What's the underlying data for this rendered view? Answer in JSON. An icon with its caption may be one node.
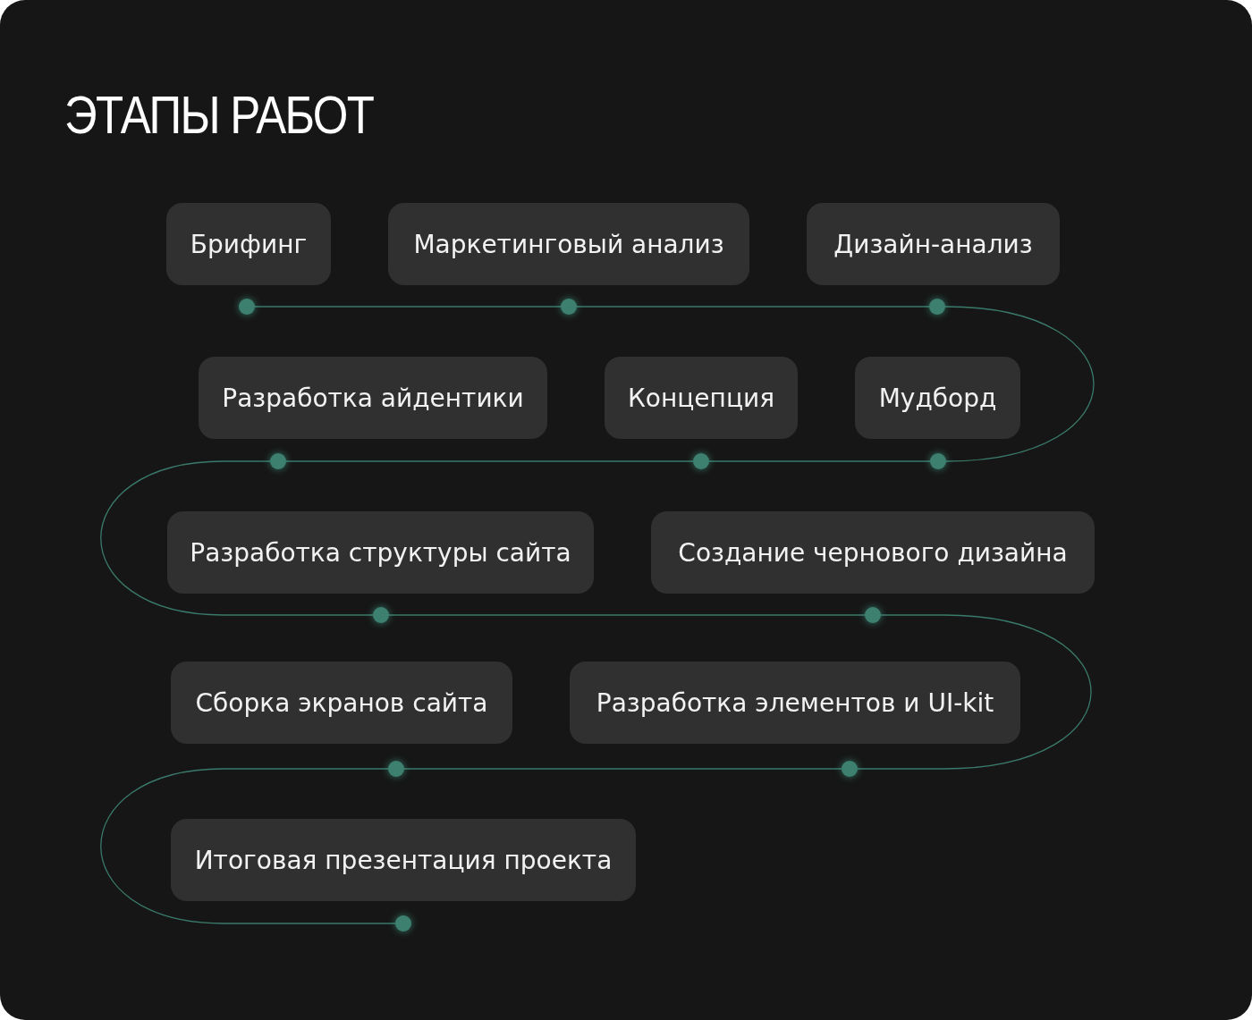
{
  "diagram": {
    "title": "ЭТАПЫ РАБОТ",
    "nodes": [
      {
        "text": [
          "Брифинг"
        ]
      },
      {
        "text": [
          "Маркетинговый анализ"
        ]
      },
      {
        "text": [
          "Дизайн-анализ"
        ]
      },
      {
        "text": [
          "Разработка айдентики"
        ]
      },
      {
        "text": [
          "Концепция"
        ]
      },
      {
        "text": [
          "Мудборд"
        ]
      },
      {
        "text": [
          "Разработка структуры сайта"
        ]
      },
      {
        "text": [
          "Создание чернового дизайна"
        ]
      },
      {
        "text": [
          "Сборка экранов сайта"
        ]
      },
      {
        "text": [
          "Разработка элементов и UI-kit"
        ]
      },
      {
        "text": [
          "Итоговая презентация проекта"
        ]
      },
      {
        "text": [],
        "shape": "circle"
      },
      {
        "text": [],
        "shape": "circle"
      },
      {
        "text": [],
        "shape": "circle"
      },
      {
        "text": [],
        "shape": "circle"
      },
      {
        "text": [],
        "shape": "circle"
      },
      {
        "text": [],
        "shape": "circle"
      },
      {
        "text": [],
        "shape": "circle"
      },
      {
        "text": [],
        "shape": "circle"
      },
      {
        "text": [],
        "shape": "circle"
      },
      {
        "text": [],
        "shape": "circle"
      },
      {
        "text": [],
        "shape": "circle"
      }
    ],
    "edges": [
      {
        "from": 11,
        "to": 12,
        "arrow": "none"
      },
      {
        "from": 12,
        "to": 13,
        "arrow": "none"
      },
      {
        "from": 13,
        "to": 16,
        "arrow": "none"
      },
      {
        "from": 16,
        "to": 15,
        "arrow": "none"
      },
      {
        "from": 15,
        "to": 14,
        "arrow": "none"
      },
      {
        "from": 14,
        "to": 17,
        "arrow": "none"
      },
      {
        "from": 17,
        "to": 18,
        "arrow": "none"
      },
      {
        "from": 18,
        "to": 20,
        "arrow": "none"
      },
      {
        "from": 20,
        "to": 19,
        "arrow": "none"
      },
      {
        "from": 19,
        "to": 21,
        "arrow": "none"
      }
    ]
  }
}
